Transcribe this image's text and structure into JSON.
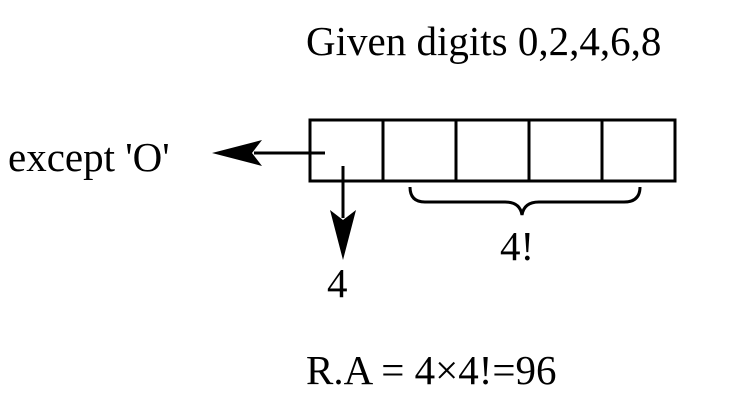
{
  "title": "Given digits 0,2,4,6,8",
  "boxes": {
    "count": 5
  },
  "first_box_note": "except 'O'",
  "first_box_choices": "4",
  "remaining_boxes_arrangements": "4!",
  "result": "R.A = 4×4!=96",
  "colors": {
    "ink": "#000000",
    "background": "#ffffff"
  }
}
